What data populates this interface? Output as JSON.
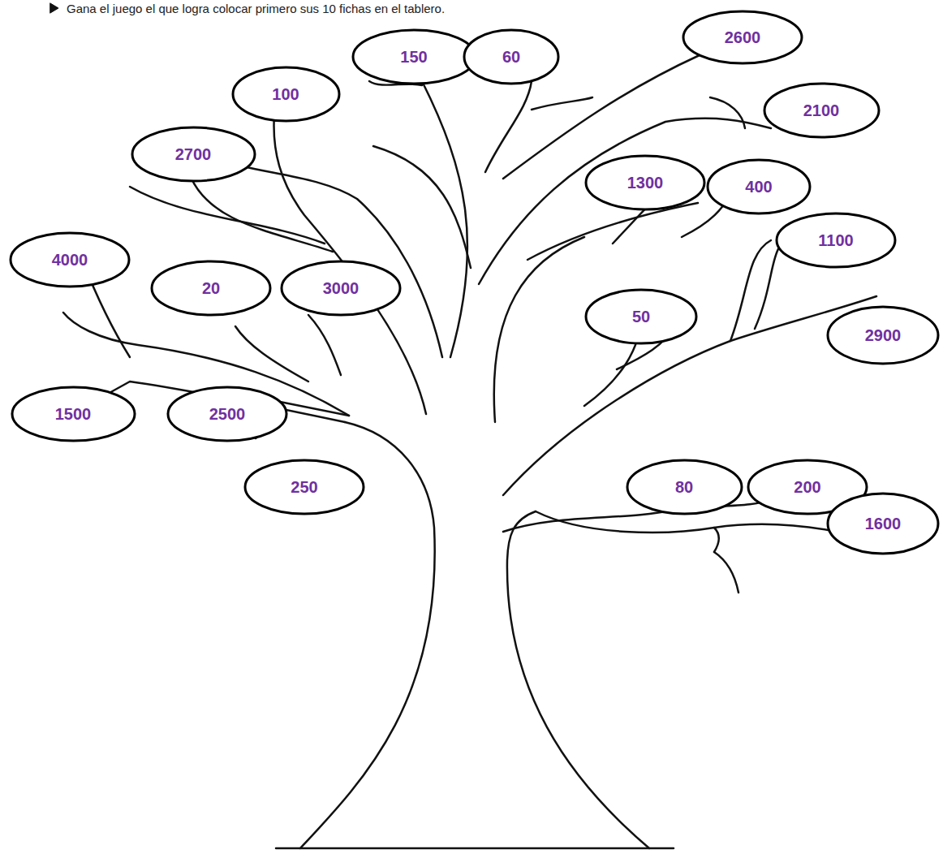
{
  "diagram": {
    "nodes": [
      {
        "text": [
          "2600"
        ]
      },
      {
        "text": [
          "150"
        ]
      },
      {
        "text": [
          "60"
        ]
      },
      {
        "text": [
          "100"
        ]
      },
      {
        "text": [
          "2100"
        ]
      },
      {
        "text": [
          "2700"
        ]
      },
      {
        "text": [
          "1300"
        ]
      },
      {
        "text": [
          "400"
        ]
      },
      {
        "text": [
          "1100"
        ]
      },
      {
        "text": [
          "4000"
        ]
      },
      {
        "text": [
          "20"
        ]
      },
      {
        "text": [
          "3000"
        ]
      },
      {
        "text": [
          "50"
        ]
      },
      {
        "text": [
          "2900"
        ]
      },
      {
        "text": [
          "1500"
        ]
      },
      {
        "text": [
          "2500"
        ]
      },
      {
        "text": [
          "250"
        ]
      },
      {
        "text": [
          "80"
        ]
      },
      {
        "text": [
          "200"
        ]
      },
      {
        "text": [
          "1600"
        ]
      }
    ],
    "labels": [
      "Gana el juego el que logra colocar primero sus 10 fichas en el tablero."
    ]
  }
}
